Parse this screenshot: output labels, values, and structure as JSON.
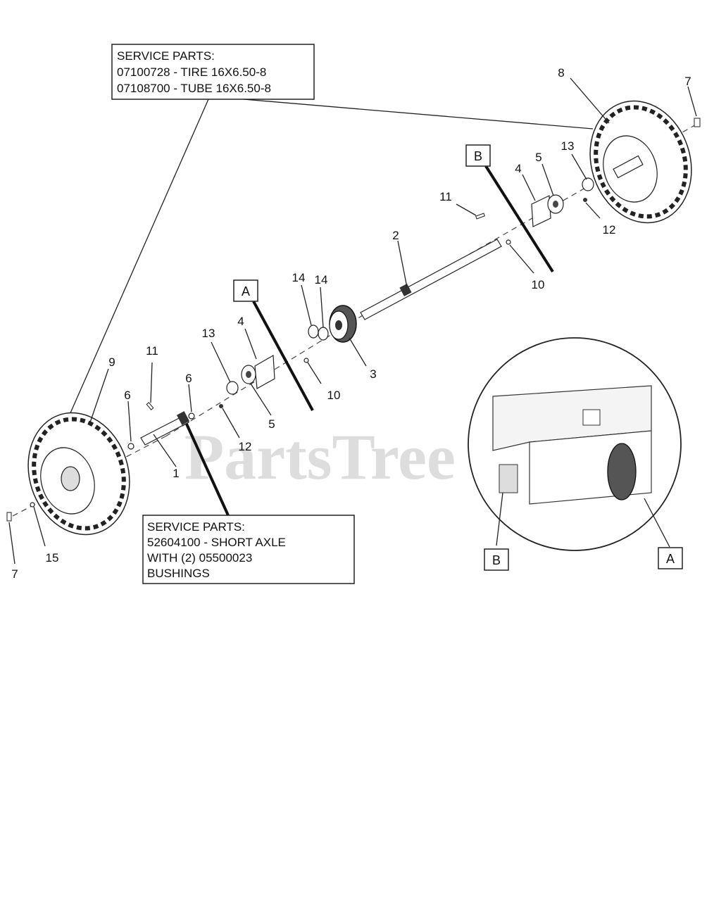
{
  "diagram": {
    "watermark": "PartsTree",
    "tire_note": {
      "lines": [
        "SERVICE PARTS:",
        "07100728 - TIRE 16X6.50-8",
        "07108700 - TUBE 16X6.50-8"
      ]
    },
    "axle_note": {
      "lines": [
        "SERVICE PARTS:",
        "52604100 - SHORT AXLE",
        "WITH (2) 05500023",
        "BUSHINGS"
      ]
    },
    "reference_marks": {
      "a": "A",
      "b": "B"
    },
    "callouts": {
      "c1": "1",
      "c2": "2",
      "c3": "3",
      "c4_left": "4",
      "c4_right": "4",
      "c5_left": "5",
      "c5_right": "5",
      "c6_a": "6",
      "c6_b": "6",
      "c7_top": "7",
      "c7_bottom": "7",
      "c8": "8",
      "c9": "9",
      "c10_left": "10",
      "c10_right": "10",
      "c11_left": "11",
      "c11_right": "11",
      "c12_left": "12",
      "c12_right": "12",
      "c13_left": "13",
      "c13_right": "13",
      "c14_a": "14",
      "c14_b": "14",
      "c15": "15"
    }
  }
}
